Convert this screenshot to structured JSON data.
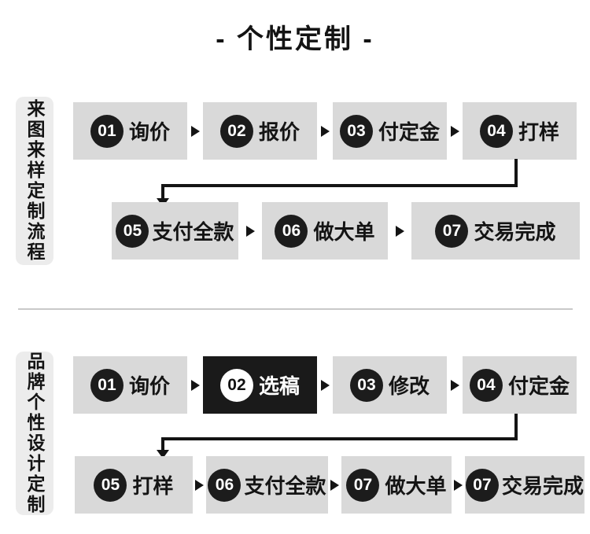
{
  "title": "- 个性定制 -",
  "colors": {
    "box_bg": "#d9d9d9",
    "badge_bg": "#1c1c1c",
    "dark_bg": "#1a1a1a",
    "text": "#141414",
    "pill_bg": "#ececec",
    "line": "#141414",
    "divider": "#c9c9c9"
  },
  "sections": [
    {
      "label": "来图来样定制流程",
      "rows": [
        {
          "steps": [
            {
              "num": "01",
              "label": "询价"
            },
            {
              "num": "02",
              "label": "报价"
            },
            {
              "num": "03",
              "label": "付定金"
            },
            {
              "num": "04",
              "label": "打样"
            }
          ]
        },
        {
          "steps": [
            {
              "num": "05",
              "label": "支付全款"
            },
            {
              "num": "06",
              "label": "做大单"
            },
            {
              "num": "07",
              "label": "交易完成"
            }
          ]
        }
      ]
    },
    {
      "label": "品牌个性设计定制",
      "rows": [
        {
          "steps": [
            {
              "num": "01",
              "label": "询价"
            },
            {
              "num": "02",
              "label": "选稿",
              "highlighted": true
            },
            {
              "num": "03",
              "label": "修改"
            },
            {
              "num": "04",
              "label": "付定金"
            }
          ]
        },
        {
          "steps": [
            {
              "num": "05",
              "label": "打样"
            },
            {
              "num": "06",
              "label": "支付全款"
            },
            {
              "num": "07",
              "label": "做大单"
            },
            {
              "num": "07",
              "label": "交易完成"
            }
          ]
        }
      ]
    }
  ]
}
